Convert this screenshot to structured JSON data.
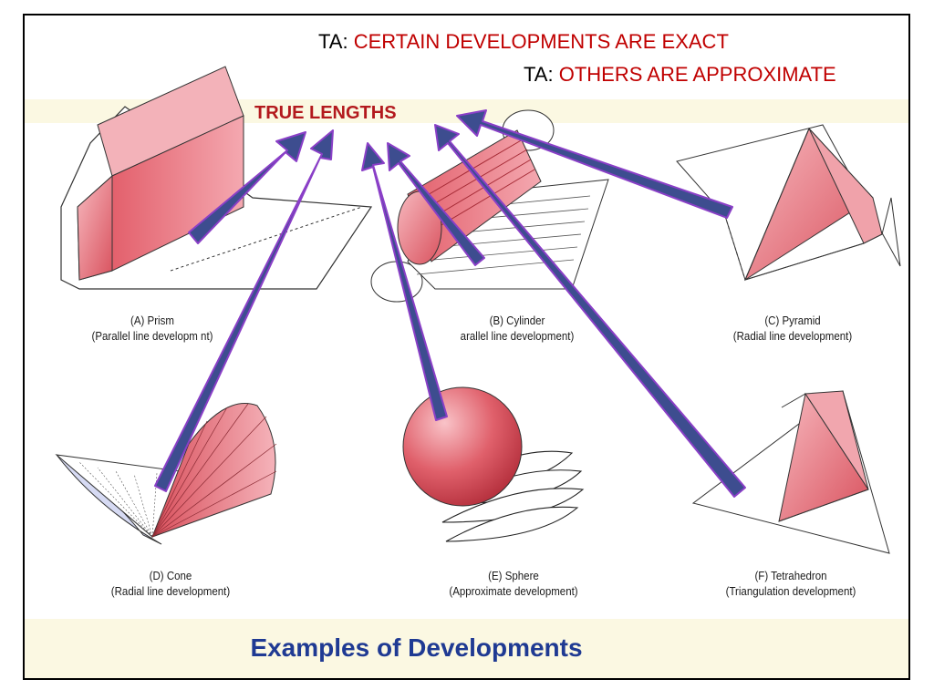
{
  "slide": {
    "ta_lines": [
      {
        "prefix": "TA:",
        "text": "CERTAIN DEVELOPMENTS ARE EXACT"
      },
      {
        "prefix": "TA:",
        "text": "OTHERS ARE APPROXIMATE"
      }
    ],
    "true_lengths": "TRUE LENGTHS",
    "title": "Examples of Developments",
    "colors": {
      "accent_red": "#c00000",
      "solid_fill": "#e77b84",
      "arrow_fill": "#3d4d8f",
      "arrow_outline": "#8a3fc7",
      "title_blue": "#1f3a93"
    }
  },
  "figures": [
    {
      "id": "prism",
      "name": "(A) Prism",
      "desc": "(Parallel line developm   nt)"
    },
    {
      "id": "cylinder",
      "name": "(B) Cylinder",
      "desc": "arallel line development)"
    },
    {
      "id": "pyramid",
      "name": "(C) Pyramid",
      "desc": "(Radial line development)"
    },
    {
      "id": "cone",
      "name": "(D) Cone",
      "desc": "(Radial line development)"
    },
    {
      "id": "sphere",
      "name": "(E) Sphere",
      "desc": "(Approximate development)"
    },
    {
      "id": "tetrahedron",
      "name": "(F) Tetrahedron",
      "desc": "(Triangulation development)"
    }
  ]
}
